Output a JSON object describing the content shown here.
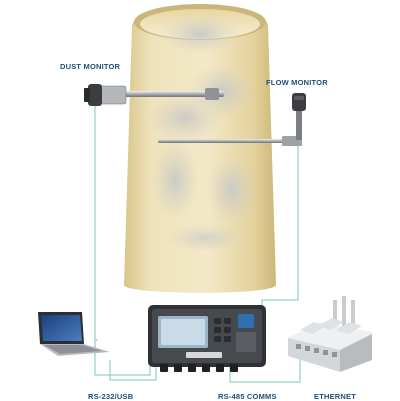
{
  "labels": {
    "dust_monitor": "DUST MONITOR",
    "flow_monitor": "FLOW MONITOR",
    "rs232_usb": "RS-232/USB",
    "rs485_comms": "RS-485 COMMS",
    "ethernet": "ETHERNET"
  },
  "colors": {
    "duct": "#e7d8a6",
    "wire": "#8fd3c2",
    "label": "#1d4f7a"
  },
  "icons": [
    "dust-monitor-probe-icon",
    "flow-monitor-probe-icon",
    "laptop-icon",
    "controller-unit-icon",
    "factory-icon"
  ]
}
